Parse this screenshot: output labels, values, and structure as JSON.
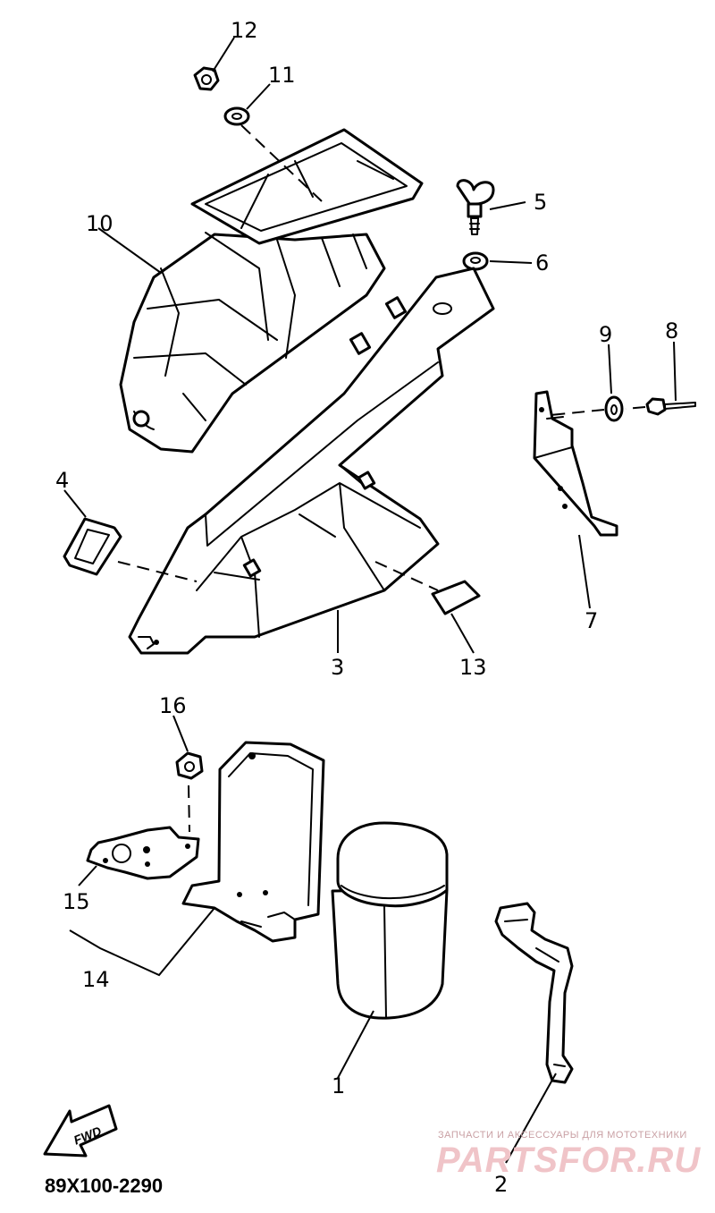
{
  "callouts": {
    "p1": "1",
    "p2": "2",
    "p3": "3",
    "p4": "4",
    "p5": "5",
    "p6": "6",
    "p7": "7",
    "p8": "8",
    "p9": "9",
    "p10": "10",
    "p11": "11",
    "p12": "12",
    "p13": "13",
    "p14": "14",
    "p15": "15",
    "p16": "16"
  },
  "diagram_code": "89X100-2290",
  "fwd_label": "FWD",
  "watermark": {
    "tagline": "ЗАПЧАСТИ И АКСЕССУАРЫ ДЛЯ МОТОТЕХНИКИ",
    "logo": "PARTSFOR.RU",
    "color": "#f0c4c8"
  }
}
